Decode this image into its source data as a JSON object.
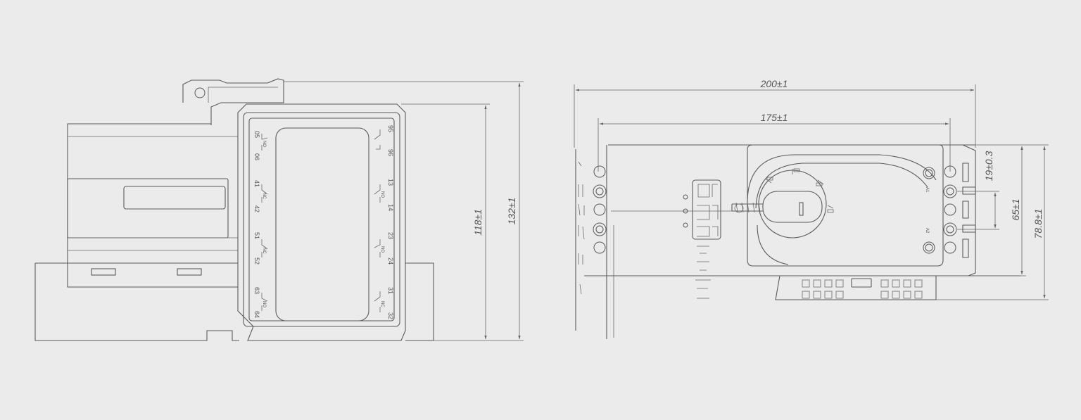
{
  "colors": {
    "background": "#ebebeb",
    "line": "#5a5a5a",
    "text": "#555555"
  },
  "side_view": {
    "dimensions": {
      "height_inner": "118±1",
      "height_outer": "132±1"
    },
    "terminals_left": [
      "05",
      "06",
      "41",
      "42",
      "51",
      "52",
      "63",
      "64"
    ],
    "terminals_right": [
      "95",
      "96",
      "13",
      "14",
      "23",
      "24",
      "31",
      "32"
    ],
    "contact_marks_left": [
      "NO",
      "NC",
      "NC",
      "NO"
    ],
    "contact_marks_right": [
      "",
      "NO",
      "NO",
      "NC"
    ]
  },
  "front_view": {
    "dimensions": {
      "width_outer": "200±1",
      "width_inner": "175±1",
      "pitch": "19±0.3",
      "height_inner": "65±1",
      "height_outer": "78.8±1"
    },
    "indicator_labels": [
      "A1",
      "A2"
    ]
  }
}
